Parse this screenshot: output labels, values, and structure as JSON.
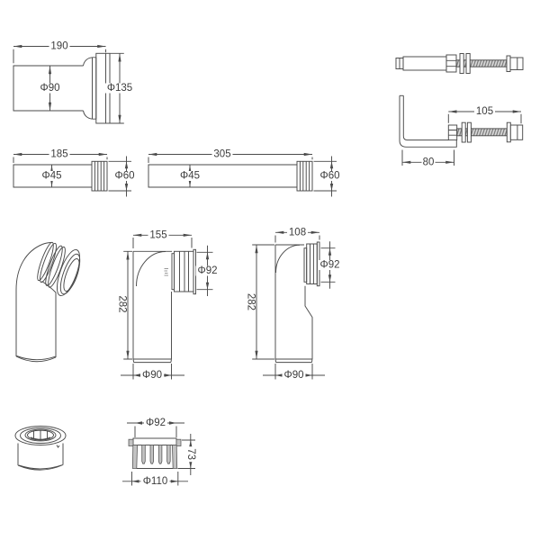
{
  "parts": {
    "connector": {
      "length": "190",
      "inlet": "Φ90",
      "flange": "Φ135"
    },
    "bracket_bolt": {
      "bolt_length": "105",
      "depth": "80"
    },
    "pipe_short": {
      "length": "185",
      "inner": "Φ45",
      "outer": "Φ60"
    },
    "pipe_long": {
      "length": "305",
      "inner": "Φ45",
      "outer": "Φ60"
    },
    "elbow_wide": {
      "width": "155",
      "socket": "Φ92",
      "height": "282",
      "outlet": "Φ90"
    },
    "elbow_narrow": {
      "width": "108",
      "socket": "Φ92",
      "height": "282",
      "outlet": "Φ90"
    },
    "seal": {
      "inner": "Φ92",
      "height": "73",
      "outer": "Φ110"
    }
  }
}
